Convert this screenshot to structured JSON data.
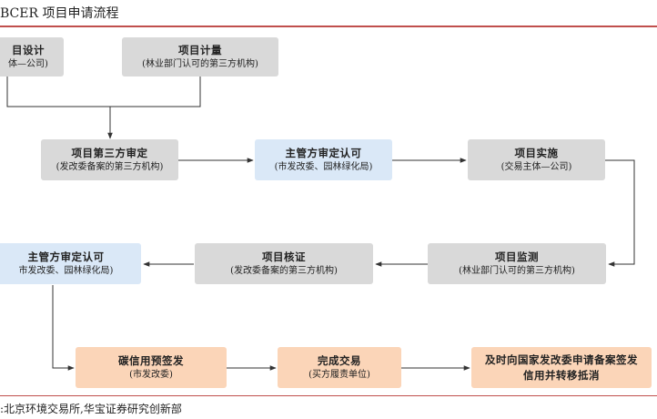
{
  "header": {
    "title": "BCER 项目申请流程"
  },
  "nodes": {
    "design": {
      "title": "目设计",
      "subtitle": "体—公司)"
    },
    "measure": {
      "title": "项目计量",
      "subtitle": "(林业部门认可的第三方机构)"
    },
    "third_party_review": {
      "title": "项目第三方审定",
      "subtitle": "(发改委备案的第三方机构)"
    },
    "authority_approval_1": {
      "title": "主管方审定认可",
      "subtitle": "(市发改委、园林绿化局)"
    },
    "implementation": {
      "title": "项目实施",
      "subtitle": "(交易主体—公司)"
    },
    "monitoring": {
      "title": "项目监测",
      "subtitle": "(林业部门认可的第三方机构)"
    },
    "verification": {
      "title": "项目核证",
      "subtitle": "(发改委备案的第三方机构)"
    },
    "authority_approval_2": {
      "title": "主管方审定认可",
      "subtitle": "市发改委、园林绿化局)"
    },
    "pre_issuance": {
      "title": "碳信用预签发",
      "subtitle": "(市发改委)"
    },
    "trade": {
      "title": "完成交易",
      "subtitle": "(买方履责单位)"
    },
    "filing": {
      "title_line1": "及时向国家发改委申请备案签发",
      "title_line2": "信用并转移抵消"
    }
  },
  "footer": {
    "source": ":北京环境交易所,华宝证券研究创新部"
  },
  "colors": {
    "gray_box": "#d9d9d9",
    "blue_box": "#dae8f7",
    "orange_box": "#fbd5b8",
    "accent_rule": "#c0504d",
    "arrow": "#333333"
  }
}
